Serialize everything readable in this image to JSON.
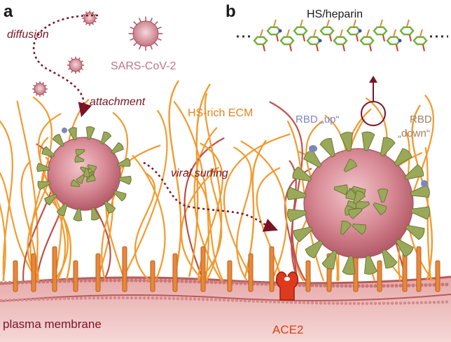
{
  "panels": {
    "a": "a",
    "b": "b"
  },
  "labels": {
    "diffusion": "diffusion",
    "sars": "SARS-CoV-2",
    "attachment": "attachment",
    "ecm": "HS-rich ECM",
    "surfing": "viral surfing",
    "heparin": "HS/heparin",
    "rbd_up_1": "RBD „up“",
    "rbd_down_1": "RBD",
    "rbd_down_2": "„down“",
    "membrane": "plasma membrane",
    "ace2": "ACE2"
  },
  "colors": {
    "ecm_fiber": "#f29a2e",
    "ecm_fiber_dark": "#c0504a",
    "virus_body": "#c86d7a",
    "spike": "#9aa85a",
    "membrane": "#d38a8a",
    "receptor": "#e8873a",
    "ace2": "#e03a1e",
    "path": "#7a1424"
  }
}
